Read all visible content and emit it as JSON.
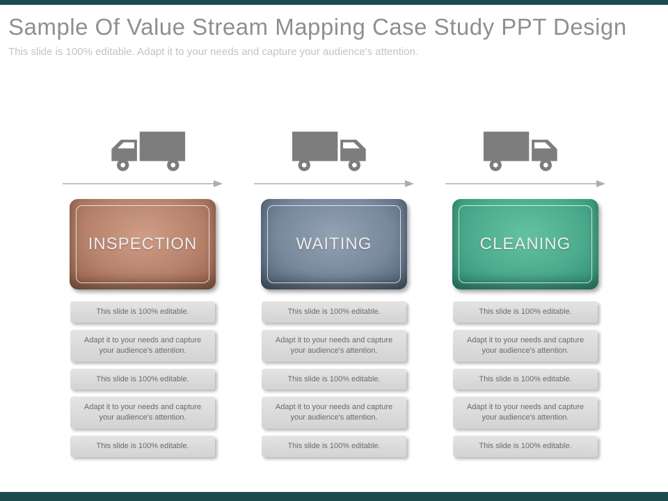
{
  "slide": {
    "title": "Sample Of Value Stream Mapping Case Study PPT Design",
    "subtitle": "This slide is 100% editable. Adapt it to your needs and capture your audience's attention."
  },
  "columns": [
    {
      "title": "INSPECTION",
      "boxes": [
        "This slide is 100% editable.",
        "Adapt it to your needs and capture your audience's attention.",
        "This slide is 100% editable.",
        "Adapt it to your needs and capture your audience's attention.",
        "This slide is 100% editable."
      ]
    },
    {
      "title": "WAITING",
      "boxes": [
        "This slide is 100% editable.",
        "Adapt it to your needs and capture your audience's attention.",
        "This slide is 100% editable.",
        "Adapt it to your needs and capture your audience's attention.",
        "This slide is 100% editable."
      ]
    },
    {
      "title": "CLEANING",
      "boxes": [
        "This slide is 100% editable.",
        "Adapt it to your needs and capture your audience's attention.",
        "This slide is 100% editable.",
        "Adapt it to your needs and capture your audience's attention.",
        "This slide is 100% editable."
      ]
    }
  ],
  "colors": {
    "inspection_card": "#b6826b",
    "waiting_card": "#78899c",
    "cleaning_card": "#4bab8c",
    "top_bar": "#1c4c4e",
    "bottom_bar": "#1c4c4e",
    "truck_icon": "#7d7d7d",
    "arrow": "#adadad"
  }
}
